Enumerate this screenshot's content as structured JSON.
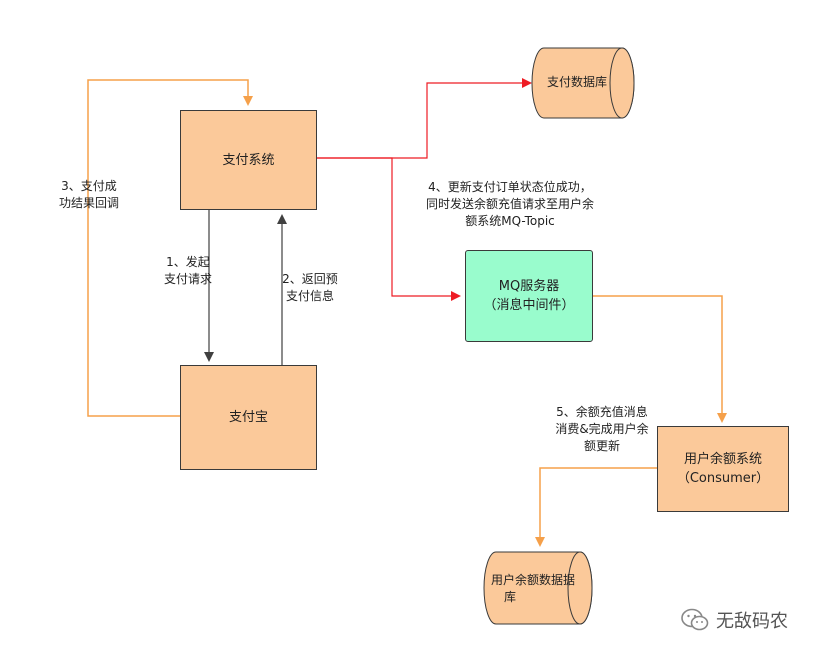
{
  "nodes": {
    "payment_system": "支付系统",
    "alipay": "支付宝",
    "mq_server": {
      "line1": "MQ服务器",
      "line2": "（消息中间件）"
    },
    "balance_system": {
      "line1": "用户余额系统",
      "line2": "（Consumer）"
    },
    "payment_db": "支付数据库",
    "balance_db": {
      "line1": "用户余额数据据",
      "line2": "库"
    }
  },
  "edge_labels": {
    "callback": {
      "line1": "3、支付成",
      "line2": "功结果回调"
    },
    "initiate": {
      "line1": "1、发起",
      "line2": "支付请求"
    },
    "return_info": {
      "line1": "2、返回预",
      "line2": "支付信息"
    },
    "update_order": {
      "line1": "4、更新支付订单状态位成功，",
      "line2": "同时发送余额充值请求至用户余",
      "line3": "额系统MQ-Topic"
    },
    "consume": {
      "line1": "5、余额充值消息",
      "line2": "消费&完成用户余",
      "line3": "额更新"
    }
  },
  "watermark": {
    "text": "无敌码农"
  },
  "colors": {
    "box_orange": "#fbc99a",
    "box_green": "#99fccd",
    "arrow_orange": "#f5a04a",
    "arrow_red": "#ee1c24",
    "arrow_dark": "#404040"
  }
}
